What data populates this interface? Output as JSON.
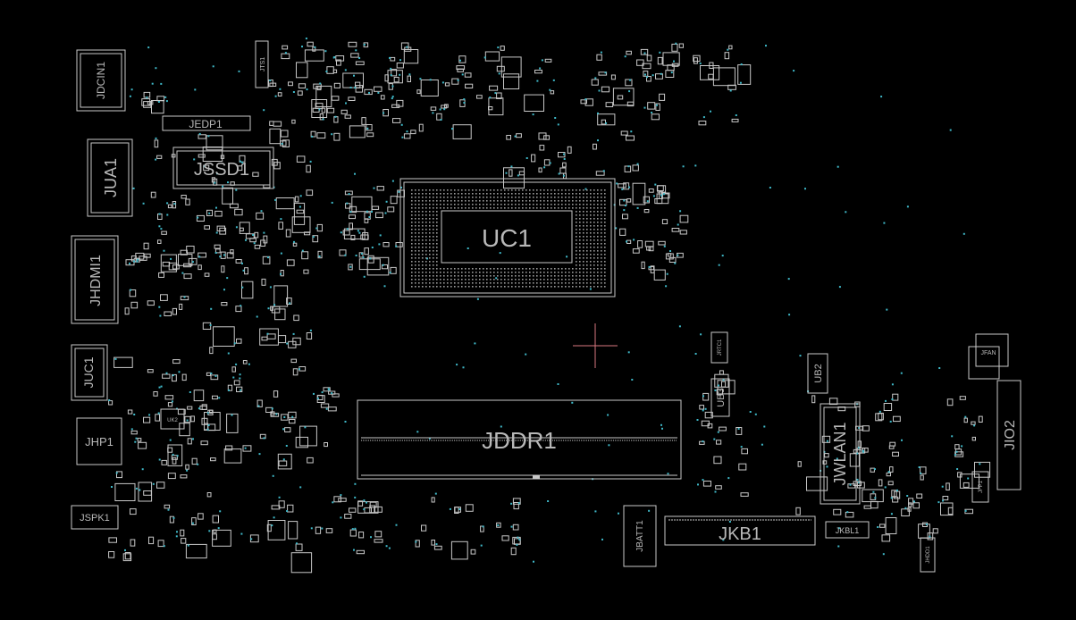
{
  "board": {
    "background": "#000000",
    "outline_color": "#c8c8c8",
    "label_color": "#b8b8b8",
    "via_color": "#3fb8c8",
    "crosshair_color": "#d87880"
  },
  "components": {
    "jdcin1": "JDCIN1",
    "jedp1": "JEDP1",
    "jssd1": "JSSD1",
    "jua1": "JUA1",
    "jhdmi1": "JHDMI1",
    "juc1": "JUC1",
    "jhp1": "JHP1",
    "jspk1": "JSPK1",
    "uc1": "UC1",
    "jddr1": "JDDR1",
    "jrtc1": "JRTC1",
    "ub3": "UB3",
    "ub2": "UB2",
    "jwlan1": "JWLAN1",
    "jbatt1": "JBATT1",
    "jkb1": "JKB1",
    "jkbl1": "JKBL1",
    "jfan": "JFAN",
    "jio2": "JIO2",
    "jfp1": "JFP1",
    "jts1": "JTS1",
    "jhdd1": "JHDD1",
    "uk2": "UK2"
  }
}
